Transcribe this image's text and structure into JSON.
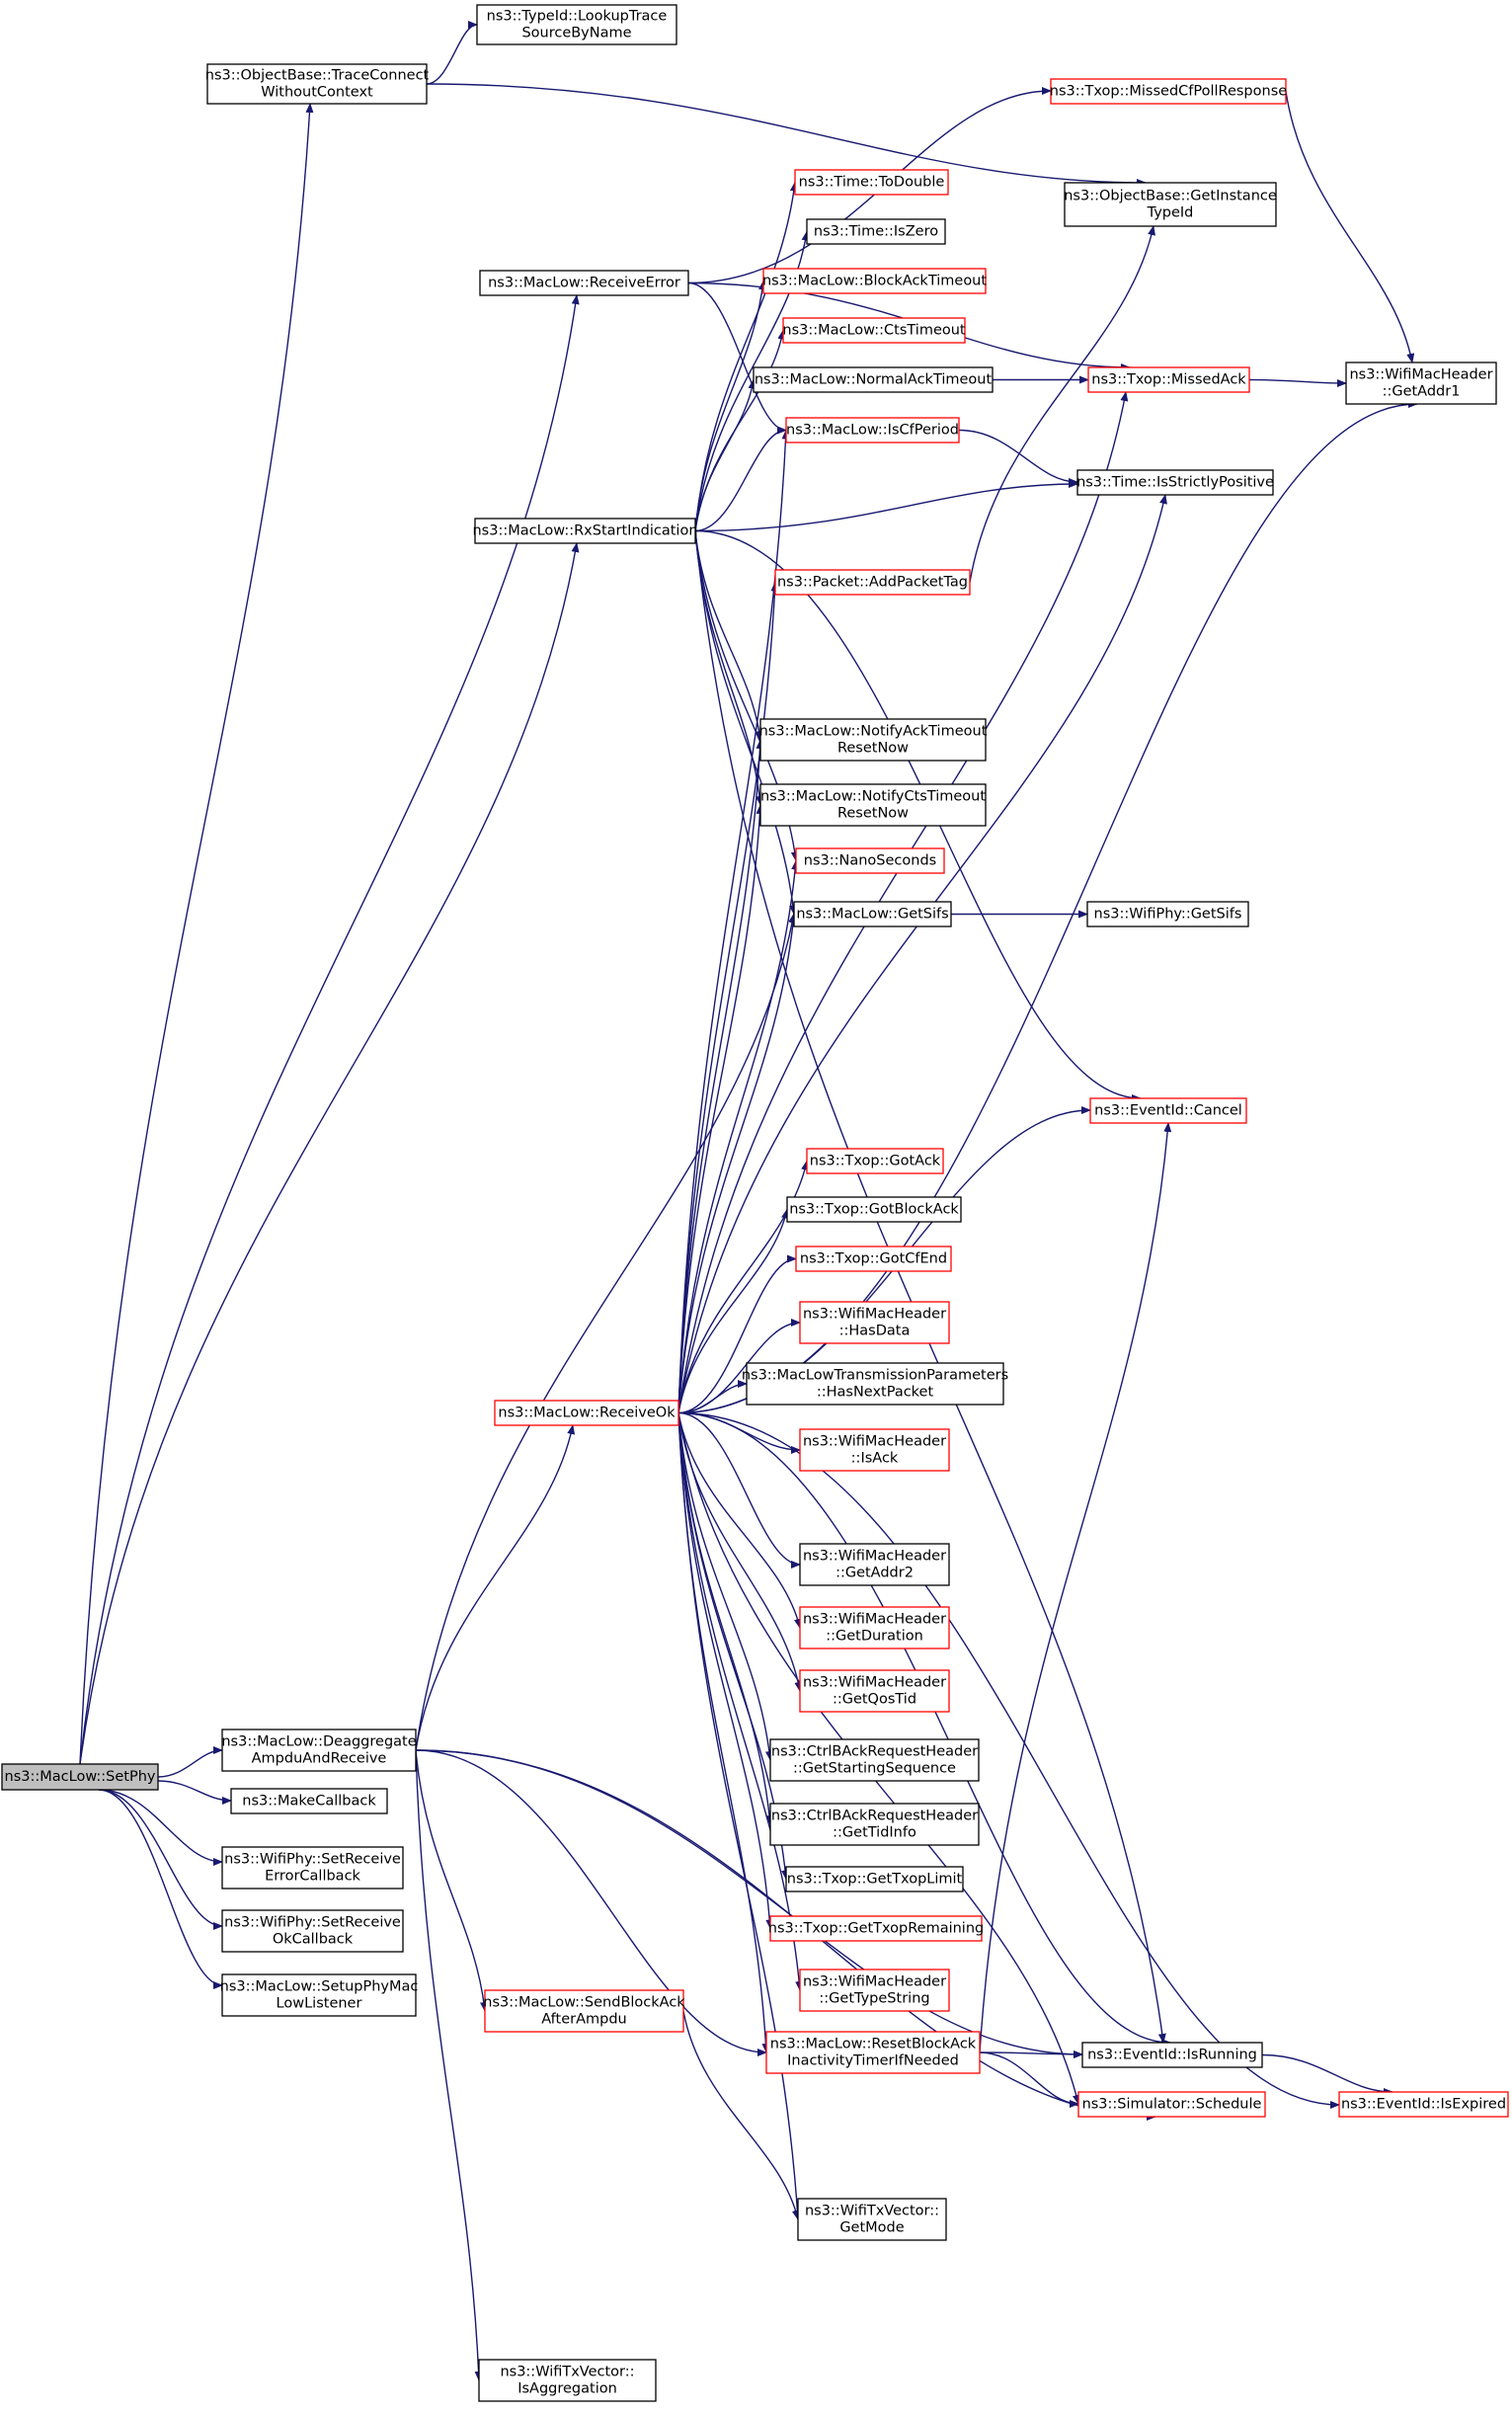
{
  "colors": {
    "edge": "#191970",
    "external_border": "#ff0000",
    "internal_border": "#000000",
    "root_fill": "#bfbfbf"
  },
  "nodes": {
    "setphy": {
      "lines": [
        "ns3::MacLow::SetPhy"
      ],
      "style": "root"
    },
    "traceconnect": {
      "lines": [
        "ns3::ObjectBase::TraceConnect",
        "WithoutContext"
      ],
      "style": "normal"
    },
    "lookuptrace": {
      "lines": [
        "ns3::TypeId::LookupTrace",
        "SourceByName"
      ],
      "style": "normal"
    },
    "missedcf": {
      "lines": [
        "ns3::Txop::MissedCfPollResponse"
      ],
      "style": "red"
    },
    "getinstance": {
      "lines": [
        "ns3::ObjectBase::GetInstance",
        "TypeId"
      ],
      "style": "normal"
    },
    "receiveerror": {
      "lines": [
        "ns3::MacLow::ReceiveError"
      ],
      "style": "normal"
    },
    "todouble": {
      "lines": [
        "ns3::Time::ToDouble"
      ],
      "style": "red"
    },
    "iszero": {
      "lines": [
        "ns3::Time::IsZero"
      ],
      "style": "normal"
    },
    "blockacktimeout": {
      "lines": [
        "ns3::MacLow::BlockAckTimeout"
      ],
      "style": "red"
    },
    "ctstimeout": {
      "lines": [
        "ns3::MacLow::CtsTimeout"
      ],
      "style": "red"
    },
    "normalacktimeout": {
      "lines": [
        "ns3::MacLow::NormalAckTimeout"
      ],
      "style": "normal"
    },
    "missedack": {
      "lines": [
        "ns3::Txop::MissedAck"
      ],
      "style": "red"
    },
    "getaddr1": {
      "lines": [
        "ns3::WifiMacHeader",
        "::GetAddr1"
      ],
      "style": "normal"
    },
    "iscfperiod": {
      "lines": [
        "ns3::MacLow::IsCfPeriod"
      ],
      "style": "red"
    },
    "isstrictlypositive": {
      "lines": [
        "ns3::Time::IsStrictlyPositive"
      ],
      "style": "normal"
    },
    "rxstart": {
      "lines": [
        "ns3::MacLow::RxStartIndication"
      ],
      "style": "normal"
    },
    "addpackettag": {
      "lines": [
        "ns3::Packet::AddPacketTag"
      ],
      "style": "red"
    },
    "notifyack": {
      "lines": [
        "ns3::MacLow::NotifyAckTimeout",
        "ResetNow"
      ],
      "style": "normal"
    },
    "notifycts": {
      "lines": [
        "ns3::MacLow::NotifyCtsTimeout",
        "ResetNow"
      ],
      "style": "normal"
    },
    "nanoseconds": {
      "lines": [
        "ns3::NanoSeconds"
      ],
      "style": "red"
    },
    "getsifs": {
      "lines": [
        "ns3::MacLow::GetSifs"
      ],
      "style": "normal"
    },
    "phygetsifs": {
      "lines": [
        "ns3::WifiPhy::GetSifs"
      ],
      "style": "normal"
    },
    "cancel": {
      "lines": [
        "ns3::EventId::Cancel"
      ],
      "style": "red"
    },
    "gotack": {
      "lines": [
        "ns3::Txop::GotAck"
      ],
      "style": "red"
    },
    "gotblockack": {
      "lines": [
        "ns3::Txop::GotBlockAck"
      ],
      "style": "normal"
    },
    "gotcfend": {
      "lines": [
        "ns3::Txop::GotCfEnd"
      ],
      "style": "red"
    },
    "hasdata": {
      "lines": [
        "ns3::WifiMacHeader",
        "::HasData"
      ],
      "style": "red"
    },
    "hasnextpacket": {
      "lines": [
        "ns3::MacLowTransmissionParameters",
        "::HasNextPacket"
      ],
      "style": "normal"
    },
    "receiveok": {
      "lines": [
        "ns3::MacLow::ReceiveOk"
      ],
      "style": "red"
    },
    "isack": {
      "lines": [
        "ns3::WifiMacHeader",
        "::IsAck"
      ],
      "style": "red"
    },
    "getaddr2": {
      "lines": [
        "ns3::WifiMacHeader",
        "::GetAddr2"
      ],
      "style": "normal"
    },
    "getduration": {
      "lines": [
        "ns3::WifiMacHeader",
        "::GetDuration"
      ],
      "style": "red"
    },
    "getqostid": {
      "lines": [
        "ns3::WifiMacHeader",
        "::GetQosTid"
      ],
      "style": "red"
    },
    "deaggregate": {
      "lines": [
        "ns3::MacLow::Deaggregate",
        "AmpduAndReceive"
      ],
      "style": "normal"
    },
    "getstartingseq": {
      "lines": [
        "ns3::CtrlBAckRequestHeader",
        "::GetStartingSequence"
      ],
      "style": "normal"
    },
    "makecallback": {
      "lines": [
        "ns3::MakeCallback"
      ],
      "style": "normal"
    },
    "gettidinfo": {
      "lines": [
        "ns3::CtrlBAckRequestHeader",
        "::GetTidInfo"
      ],
      "style": "normal"
    },
    "setreceiveerror": {
      "lines": [
        "ns3::WifiPhy::SetReceive",
        "ErrorCallback"
      ],
      "style": "normal"
    },
    "gettxoplimit": {
      "lines": [
        "ns3::Txop::GetTxopLimit"
      ],
      "style": "normal"
    },
    "gettxopremaining": {
      "lines": [
        "ns3::Txop::GetTxopRemaining"
      ],
      "style": "red"
    },
    "setreceiveok": {
      "lines": [
        "ns3::WifiPhy::SetReceive",
        "OkCallback"
      ],
      "style": "normal"
    },
    "gettypestring": {
      "lines": [
        "ns3::WifiMacHeader",
        "::GetTypeString"
      ],
      "style": "red"
    },
    "setupphymac": {
      "lines": [
        "ns3::MacLow::SetupPhyMac",
        "LowListener"
      ],
      "style": "normal"
    },
    "sendblockack": {
      "lines": [
        "ns3::MacLow::SendBlockAck",
        "AfterAmpdu"
      ],
      "style": "red"
    },
    "resetblockack": {
      "lines": [
        "ns3::MacLow::ResetBlockAck",
        "InactivityTimerIfNeeded"
      ],
      "style": "red"
    },
    "isrunning": {
      "lines": [
        "ns3::EventId::IsRunning"
      ],
      "style": "normal"
    },
    "schedule": {
      "lines": [
        "ns3::Simulator::Schedule"
      ],
      "style": "red"
    },
    "isexpired": {
      "lines": [
        "ns3::EventId::IsExpired"
      ],
      "style": "red"
    },
    "getmode": {
      "lines": [
        "ns3::WifiTxVector::",
        "GetMode"
      ],
      "style": "normal"
    },
    "isaggregation": {
      "lines": [
        "ns3::WifiTxVector::",
        "IsAggregation"
      ],
      "style": "normal"
    }
  },
  "edges": [
    [
      "setphy",
      "traceconnect"
    ],
    [
      "setphy",
      "receiveerror"
    ],
    [
      "setphy",
      "rxstart"
    ],
    [
      "setphy",
      "deaggregate"
    ],
    [
      "setphy",
      "makecallback"
    ],
    [
      "setphy",
      "setreceiveerror"
    ],
    [
      "setphy",
      "setreceiveok"
    ],
    [
      "setphy",
      "setupphymac"
    ],
    [
      "traceconnect",
      "lookuptrace"
    ],
    [
      "traceconnect",
      "getinstance"
    ],
    [
      "missedcf",
      "getaddr1"
    ],
    [
      "receiveerror",
      "missedcf"
    ],
    [
      "receiveerror",
      "missedack"
    ],
    [
      "receiveerror",
      "iscfperiod"
    ],
    [
      "normalacktimeout",
      "missedack"
    ],
    [
      "missedack",
      "getaddr1"
    ],
    [
      "iscfperiod",
      "isstrictlypositive"
    ],
    [
      "rxstart",
      "todouble"
    ],
    [
      "rxstart",
      "iszero"
    ],
    [
      "rxstart",
      "blockacktimeout"
    ],
    [
      "rxstart",
      "ctstimeout"
    ],
    [
      "rxstart",
      "normalacktimeout"
    ],
    [
      "rxstart",
      "iscfperiod"
    ],
    [
      "rxstart",
      "isstrictlypositive"
    ],
    [
      "rxstart",
      "notifyack"
    ],
    [
      "rxstart",
      "notifycts"
    ],
    [
      "rxstart",
      "nanoseconds"
    ],
    [
      "rxstart",
      "cancel"
    ],
    [
      "rxstart",
      "isrunning"
    ],
    [
      "rxstart",
      "getsifs"
    ],
    [
      "addpackettag",
      "getinstance"
    ],
    [
      "getsifs",
      "phygetsifs"
    ],
    [
      "deaggregate",
      "receiveok"
    ],
    [
      "deaggregate",
      "getsifs"
    ],
    [
      "deaggregate",
      "sendblockack"
    ],
    [
      "deaggregate",
      "resetblockack"
    ],
    [
      "deaggregate",
      "isrunning"
    ],
    [
      "deaggregate",
      "schedule"
    ],
    [
      "deaggregate",
      "isaggregation"
    ],
    [
      "receiveok",
      "addpackettag"
    ],
    [
      "receiveok",
      "iscfperiod"
    ],
    [
      "receiveok",
      "notifyack"
    ],
    [
      "receiveok",
      "notifycts"
    ],
    [
      "receiveok",
      "nanoseconds"
    ],
    [
      "receiveok",
      "getsifs"
    ],
    [
      "receiveok",
      "cancel"
    ],
    [
      "receiveok",
      "gotack"
    ],
    [
      "receiveok",
      "gotblockack"
    ],
    [
      "receiveok",
      "gotcfend"
    ],
    [
      "receiveok",
      "hasdata"
    ],
    [
      "receiveok",
      "hasnextpacket"
    ],
    [
      "receiveok",
      "isack"
    ],
    [
      "receiveok",
      "getaddr2"
    ],
    [
      "receiveok",
      "getduration"
    ],
    [
      "receiveok",
      "getqostid"
    ],
    [
      "receiveok",
      "getstartingseq"
    ],
    [
      "receiveok",
      "gettidinfo"
    ],
    [
      "receiveok",
      "gettxoplimit"
    ],
    [
      "receiveok",
      "gettxopremaining"
    ],
    [
      "receiveok",
      "gettypestring"
    ],
    [
      "receiveok",
      "resetblockack"
    ],
    [
      "receiveok",
      "isrunning"
    ],
    [
      "receiveok",
      "schedule"
    ],
    [
      "receiveok",
      "isexpired"
    ],
    [
      "receiveok",
      "getmode"
    ],
    [
      "receiveok",
      "getaddr1"
    ],
    [
      "receiveok",
      "isstrictlypositive"
    ],
    [
      "receiveok",
      "missedack"
    ],
    [
      "sendblockack",
      "getmode"
    ],
    [
      "resetblockack",
      "isrunning"
    ],
    [
      "resetblockack",
      "schedule"
    ],
    [
      "resetblockack",
      "cancel"
    ],
    [
      "isrunning",
      "isexpired"
    ]
  ]
}
